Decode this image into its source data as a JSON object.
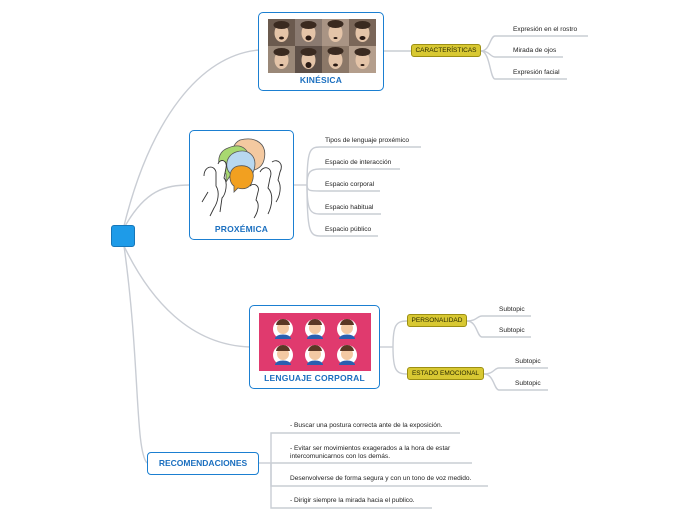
{
  "map": {
    "kinesica": {
      "title": "KINÉSICA",
      "tag": "CARACTERÍSTICAS",
      "leaves": [
        "Expresión en el rostro",
        "Mirada de ojos",
        "Expresión facial"
      ]
    },
    "proxemica": {
      "title": "PROXÉMICA",
      "leaves": [
        "Tipos de lenguaje proxémico",
        "Espacio de interacción",
        "Espacio corporal",
        "Espacio habitual",
        "Espacio público"
      ]
    },
    "lenguaje_corporal": {
      "title": "LENGUAJE CORPORAL",
      "personalidad": {
        "tag": "PERSONALIDAD",
        "leaves": [
          "Subtopic",
          "Subtopic"
        ]
      },
      "estado_emocional": {
        "tag": "ESTADO EMOCIONAL",
        "leaves": [
          "Subtopic",
          "Subtopic"
        ]
      }
    },
    "recomendaciones": {
      "title": "RECOMENDACIONES",
      "leaves": [
        "- Buscar una postura correcta ante de la exposición.",
        "- Evitar ser movimientos exagerados a la hora de estar intercomunicarnos con los demás.",
        "Desenvolverse de forma segura y con un tono de voz medido.",
        "- Dirigir siempre la mirada hacia el publico."
      ]
    }
  },
  "colors": {
    "branch": "#c9cdd4",
    "node_border": "#1b7fd1",
    "root": "#1e9be8",
    "tag": "#d8c832",
    "pink_panel": "#e03a6e"
  }
}
